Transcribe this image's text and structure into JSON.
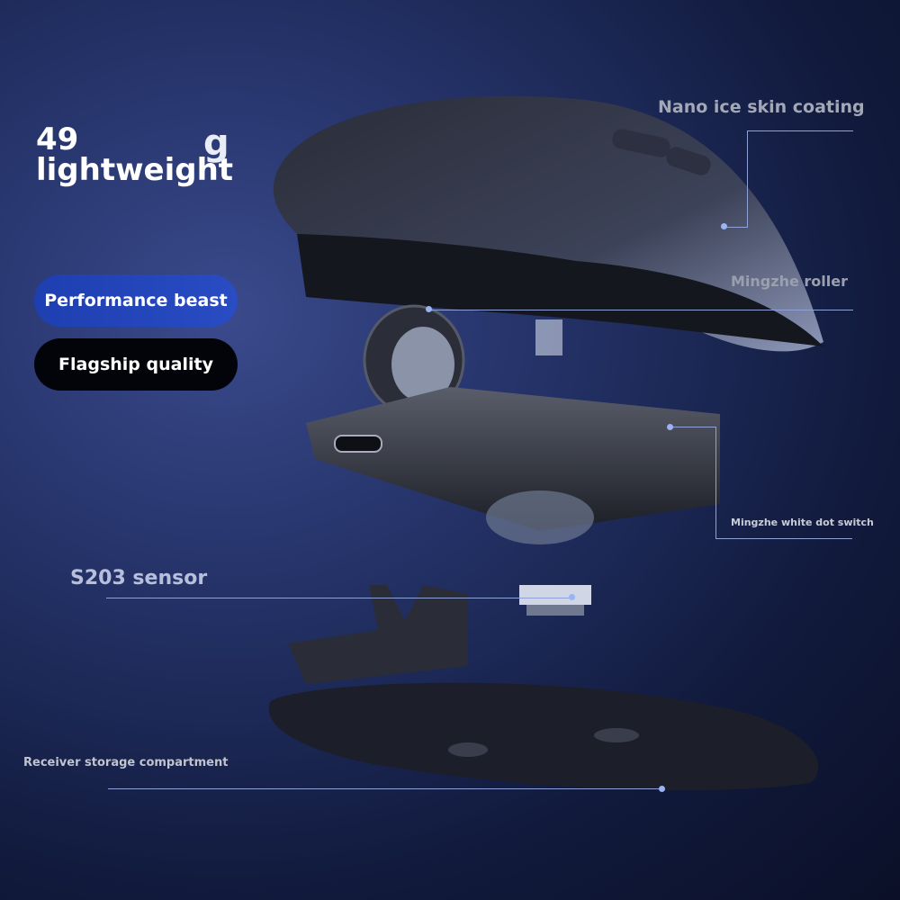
{
  "headline": {
    "line1": "49",
    "line2": "lightweight",
    "overlay_letter": "g"
  },
  "badges": [
    {
      "label": "Performance beast",
      "color": "#2140b8"
    },
    {
      "label": "Flagship quality",
      "color": "#02040a"
    }
  ],
  "callouts": {
    "coating": "Nano ice skin coating",
    "roller": "Mingzhe roller",
    "switch": "Mingzhe white dot switch",
    "sensor": "S203 sensor",
    "compartment": "Receiver storage compartment"
  },
  "colors": {
    "background": "#1a2550",
    "accent_line": "#8fa2d8"
  }
}
